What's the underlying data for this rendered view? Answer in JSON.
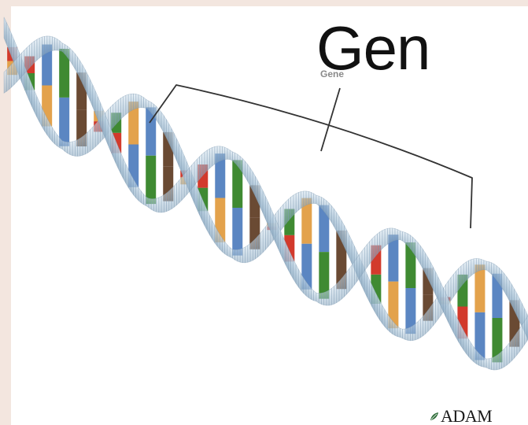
{
  "diagram": {
    "label_large": "Gen",
    "label_small": "Gene",
    "logo_text": "ADAM",
    "colors": {
      "background": "#f3e6df",
      "panel": "#ffffff",
      "strand": "#a9c3d7",
      "strand_edge": "#7f9bb3",
      "base_red": "#d23a2c",
      "base_green": "#3f8a32",
      "base_orange": "#e3a24c",
      "base_blue": "#5b86c2",
      "base_brown": "#6a4a33",
      "bracket": "#333333"
    }
  }
}
